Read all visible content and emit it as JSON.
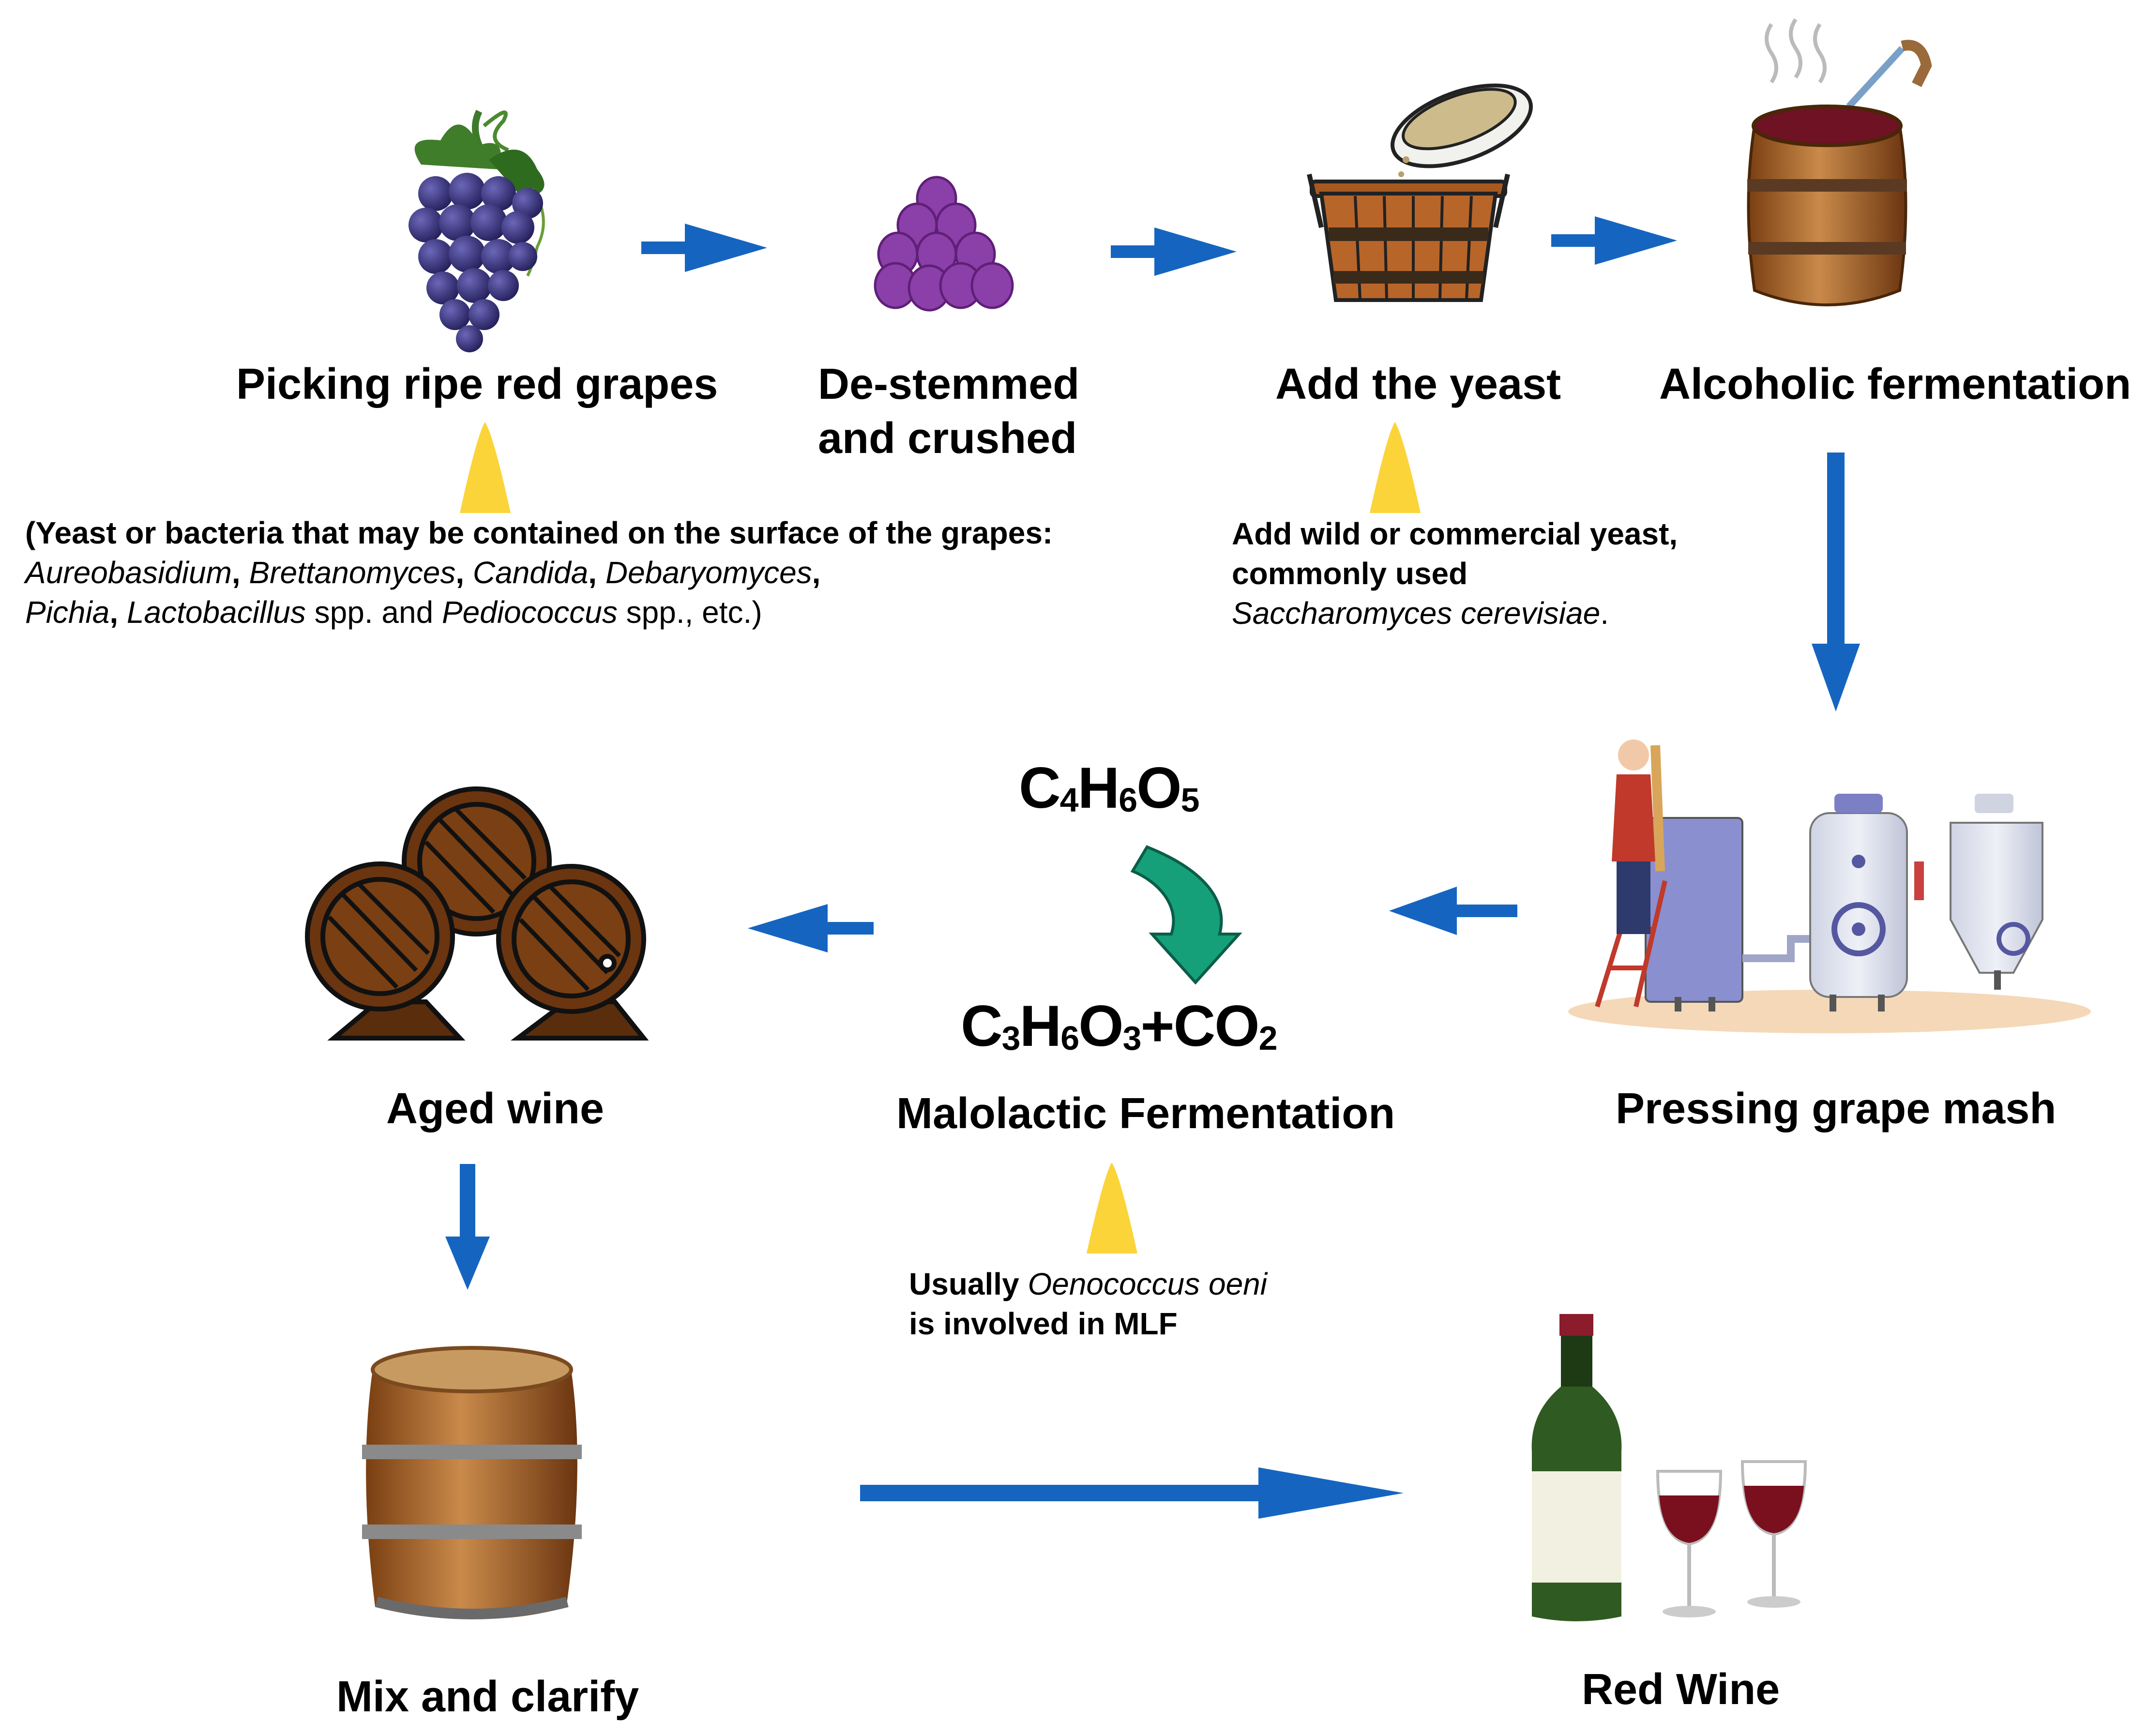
{
  "colors": {
    "arrow": "#1565c0",
    "pointer": "#fbd43a",
    "grape": "#3b3782",
    "grape_crushed": "#8b3fa8",
    "barrel": "#b5702f",
    "barrel_dark": "#5a2d0c",
    "wine": "#7a0f1e",
    "curved_arrow": "#15a07a"
  },
  "icons": [
    "grapes-icon",
    "crushed-grapes-icon",
    "yeast-bucket-icon",
    "fermentation-barrel-icon",
    "wine-press-icon",
    "barrels-stack-icon",
    "barrel-icon",
    "wine-bottle-glasses-icon"
  ],
  "steps": {
    "picking": "Picking ripe red grapes",
    "destemmed_1": "De-stemmed",
    "destemmed_2": "and crushed",
    "yeast": "Add the yeast",
    "alcoholic": "Alcoholic fermentation",
    "pressing": "Pressing grape mash",
    "malolactic": "Malolactic Fermentation",
    "aged": "Aged wine",
    "clarify": "Mix and clarify",
    "red_wine": "Red Wine"
  },
  "notes": {
    "grapes": {
      "line1": "(Yeast or bacteria that may be contained on the surface of the grapes:",
      "a1": "Aureobasidium",
      "c1": ", ",
      "a2": "Brettanomyces",
      "c2": ", ",
      "a3": "Candida",
      "c3": ", ",
      "a4": "Debaryomyces",
      "c4": ",",
      "b1": "Pichia",
      "c5": ", ",
      "b2": "Lactobacillus",
      "c6": " spp. and ",
      "b3": "Pediococcus",
      "c7": " spp., etc.)"
    },
    "yeast": {
      "line1": "Add wild or commercial yeast,",
      "line2": "commonly used",
      "species": "Saccharomyces cerevisiae",
      "end": "."
    },
    "mlf": {
      "pre": "Usually ",
      "species": "Oenococcus oeni",
      "line2": "is involved in MLF"
    }
  },
  "formulas": {
    "malic": {
      "C": "C",
      "n1": "4",
      "H": "H",
      "n2": "6",
      "O": "O",
      "n3": "5"
    },
    "products": {
      "C": "C",
      "n1": "3",
      "H": "H",
      "n2": "6",
      "O": "O",
      "n3": "3",
      "plus": "+CO",
      "n4": "2"
    }
  }
}
